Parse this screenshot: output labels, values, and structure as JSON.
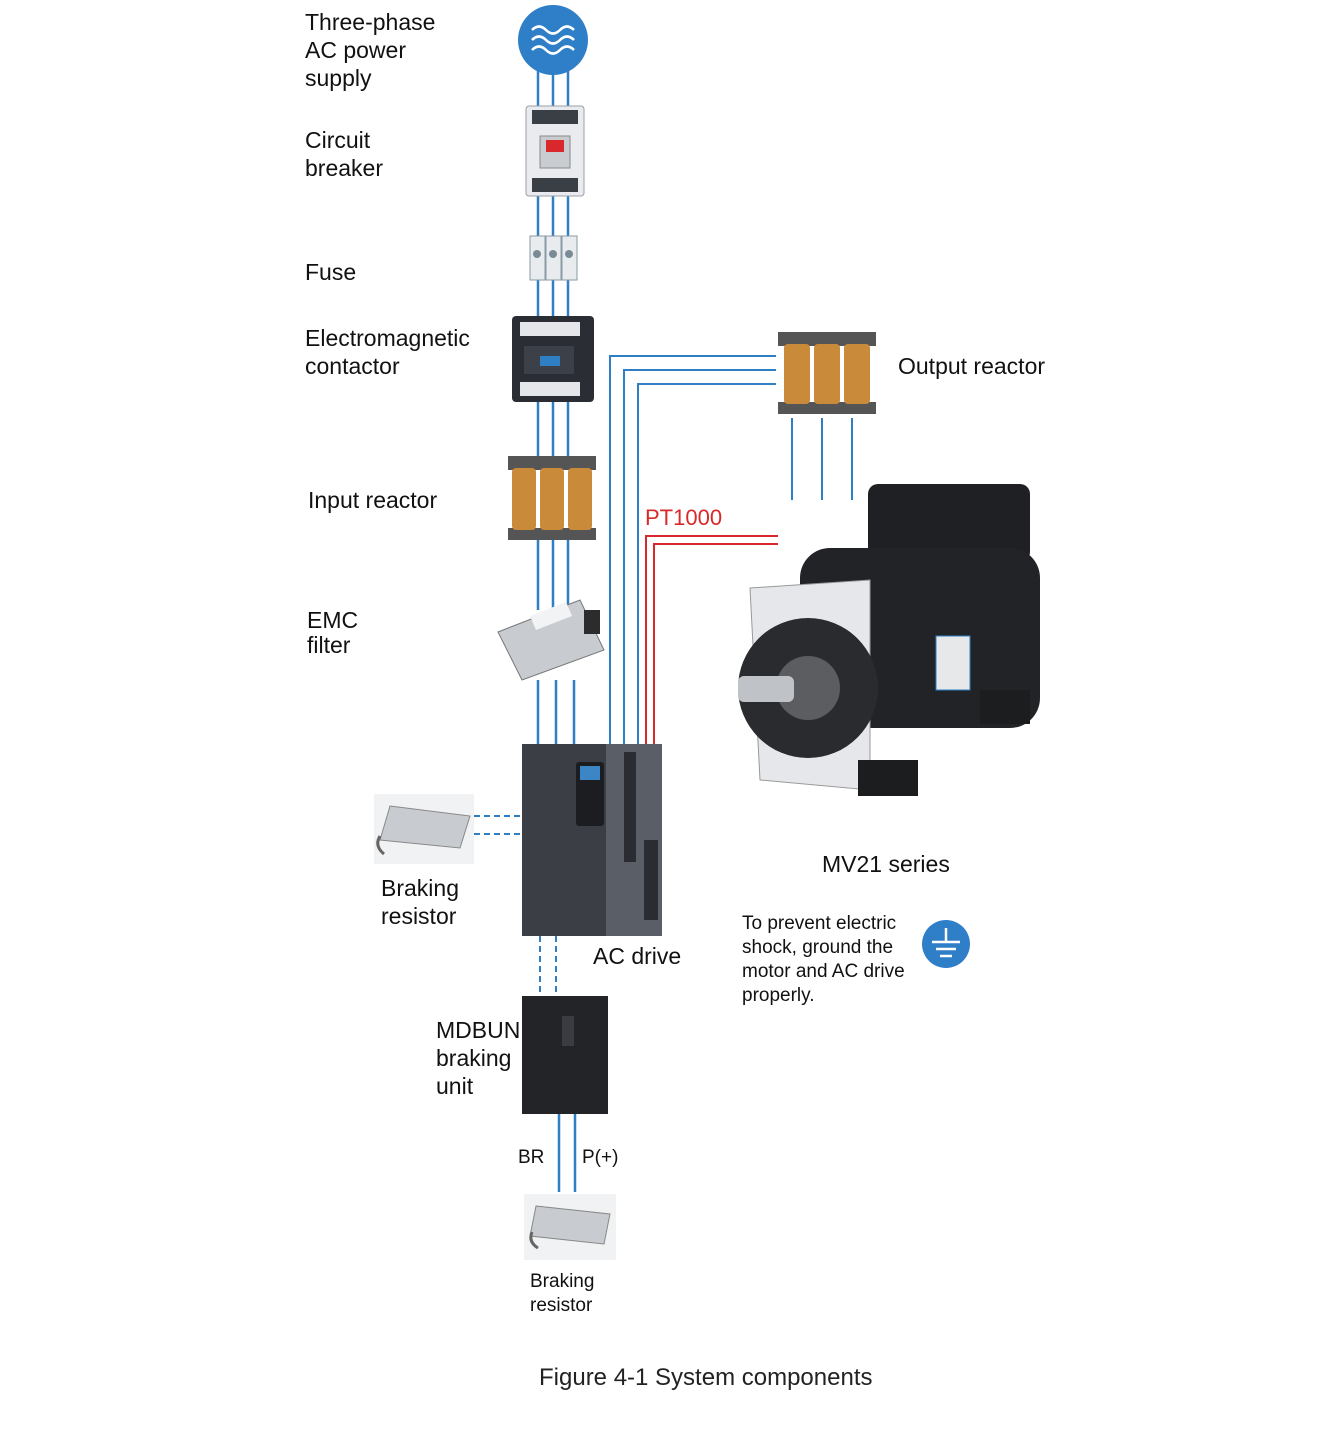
{
  "labels": {
    "power_supply": "Three-phase\nAC power\nsupply",
    "circuit_breaker": "Circuit\nbreaker",
    "fuse": "Fuse",
    "contactor": "Electromagnetic\ncontactor",
    "input_reactor": "Input reactor",
    "emc_filter": "EMC\nfilter",
    "output_reactor": "Output reactor",
    "pt1000": "PT1000",
    "motor_series": "MV21 series",
    "braking_resistor_1": "Braking\nresistor",
    "ac_drive": "AC drive",
    "ground_note": "To prevent electric\nshock, ground the\nmotor and AC drive\nproperly.",
    "braking_unit": "MDBUN\nbraking\nunit",
    "br_terminal": "BR",
    "p_terminal": "P(+)",
    "braking_resistor_2": "Braking\nresistor",
    "caption": "Figure 4-1 System components"
  },
  "colors": {
    "wire_blue": "#2e7fc4",
    "wire_red": "#d8282b",
    "ac_source_blue": "#2f7fc8",
    "ground_blue": "#2f7fc8"
  },
  "icons": {
    "ac_source": "ac-wave-icon",
    "ground": "ground-icon"
  }
}
